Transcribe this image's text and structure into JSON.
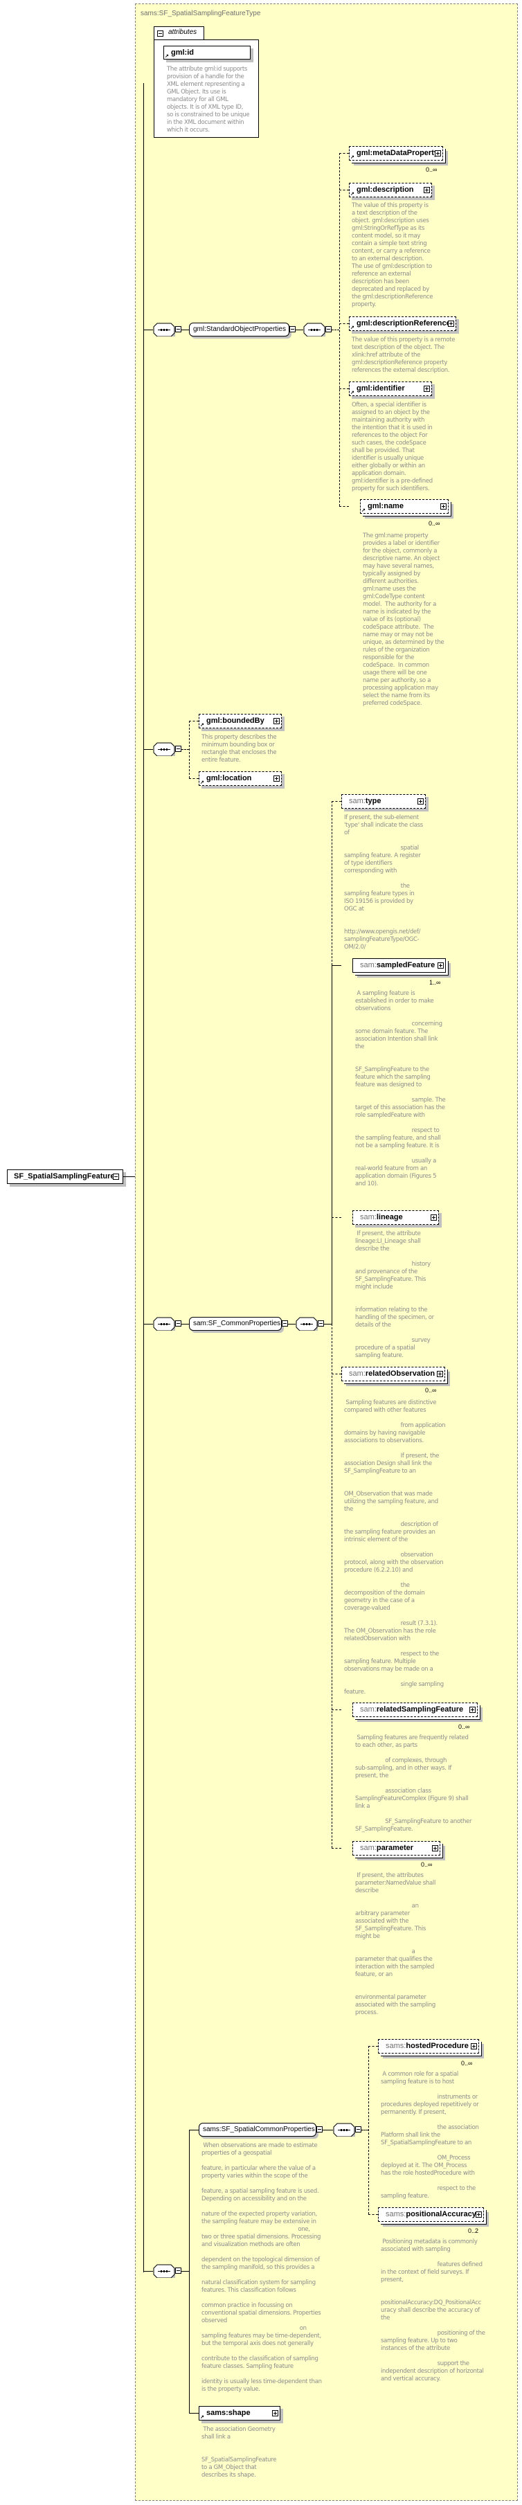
{
  "diagram": {
    "type_name": "sams:SF_SpatialSamplingFeatureType",
    "root_element": "SF_SpatialSamplingFeature",
    "attributes": {
      "tab_label": "attributes",
      "items": [
        {
          "name": "gml:id",
          "doc": "The attribute gml:id supports\nprovision of a handle for the\nXML element representing a\nGML Object. Its use is\nmandatory for all GML\nobjects. It is of XML type ID,\nso is constrained to be unique\nin the XML document within\nwhich it occurs."
        }
      ]
    },
    "groups": {
      "standard_object_properties": "gml:StandardObjectProperties",
      "sf_common_properties": "sam:SF_CommonProperties",
      "sf_spatial_common_properties": "sams:SF_SpatialCommonProperties",
      "sf_spatial_common_properties_doc": " When observations are made to estimate\nproperties of a geospatial\n\nfeature, in particular where the value of a\nproperty varies within the scope of the\n\nfeature, a spatial sampling feature is used.\nDepending on accessibility and on the\n\nnature of the expected property variation,\nthe sampling feature may be extensive in\n                                                          one,\ntwo or three spatial dimensions. Processing\nand visualization methods are often\n\ndependent on the topological dimension of\nthe sampling manifold, so this provides a\n\nnatural classification system for sampling\nfeatures. This classification follows\n\ncommon practice in focussing on\nconventional spatial dimensions. Properties\nobserved\n                                                           on\nsampling features may be time-dependent,\nbut the temporal axis does not generally\n\ncontribute to the classification of sampling\nfeature classes. Sampling feature\n\nidentity is usually less time-dependent than\nis the property value."
    },
    "elements": {
      "metaDataProperty": {
        "ns": "",
        "name": "gml:metaDataProperty",
        "cardinality": "0..∞",
        "doc": ""
      },
      "description": {
        "ns": "",
        "name": "gml:description",
        "cardinality": "",
        "doc": "The value of this property is\na text description of the\nobject. gml:description uses\ngml:StringOrRefType as its\ncontent model, so it may\ncontain a simple text string\ncontent, or carry a reference\nto an external description.\nThe use of gml:description to\nreference an external\ndescription has been\ndeprecated and replaced by\nthe gml:descriptionReference\nproperty."
      },
      "descriptionReference": {
        "ns": "",
        "name": "gml:descriptionReference",
        "cardinality": "",
        "doc": "The value of this property is a remote\ntext description of the object. The\nxlink:href attribute of the\ngml:descriptionReference property\nreferences the external description."
      },
      "identifier": {
        "ns": "",
        "name": "gml:identifier",
        "cardinality": "",
        "doc": "Often, a special identifier is\nassigned to an object by the\nmaintaining authority with\nthe intention that it is used in\nreferences to the object For\nsuch cases, the codeSpace\nshall be provided. That\nidentifier is usually unique\neither globally or within an\napplication domain.\ngml:identifier is a pre-defined\nproperty for such identifiers."
      },
      "name": {
        "ns": "",
        "name": "gml:name",
        "cardinality": "0..∞",
        "doc": "The gml:name property\nprovides a label or identifier\nfor the object, commonly a\ndescriptive name. An object\nmay have several names,\ntypically assigned by\ndifferent authorities.\ngml:name uses the\ngml:CodeType content\nmodel.  The authority for a\nname is indicated by the\nvalue of its (optional)\ncodeSpace attribute.  The\nname may or may not be\nunique, as determined by the\nrules of the organization\nresponsible for the\ncodeSpace.  In common\nusage there will be one\nname per authority, so a\nprocessing application may\nselect the name from its\npreferred codeSpace."
      },
      "boundedBy": {
        "ns": "",
        "name": "gml:boundedBy",
        "cardinality": "",
        "doc": "This property describes the\nminimum bounding box or\nrectangle that encloses the\nentire feature."
      },
      "location": {
        "ns": "",
        "name": "gml:location",
        "cardinality": "",
        "doc": ""
      },
      "type": {
        "ns": "sam:",
        "name": "type",
        "cardinality": "",
        "doc": "If present, the sub-element\n'type' shall indicate the class\nof\n\n                                  spatial\nsampling feature. A register\nof type identifiers\ncorresponding with\n\n                                  the\nsampling feature types in\nISO 19156 is provided by\nOGC at\n\n\nhttp://www.opengis.net/def/\nsamplingFeatureType/OGC-\nOM/2.0/"
      },
      "sampledFeature": {
        "ns": "sam:",
        "name": "sampledFeature",
        "cardinality": "1..∞",
        "doc": " A sampling feature is\nestablished in order to make\nobservations\n\n                                  concerning\nsome domain feature. The\nassociation Intention shall link\nthe\n\n\nSF_SamplingFeature to the\nfeature which the sampling\nfeature was designed to\n\n                                  sample. The\ntarget of this association has the\nrole sampledFeature with\n\n                                  respect to\nthe sampling feature, and shall\nnot be a sampling feature. It is\n\n                                  usually a\nreal-world feature from an\napplication domain (Figures 5\nand 10)."
      },
      "lineage": {
        "ns": "sam:",
        "name": "lineage",
        "cardinality": "",
        "doc": " If present, the attribute\nlineage:LI_Lineage shall\ndescribe the\n\n                                  history\nand provenance of the\nSF_SamplingFeature. This\nmight include\n\n\ninformation relating to the\nhandling of the specimen, or\ndetails of the\n\n                                  survey\nprocedure of a spatial\nsampling feature."
      },
      "relatedObservation": {
        "ns": "sam:",
        "name": "relatedObservation",
        "cardinality": "0..∞",
        "doc": " Sampling features are distinctive\ncompared with other features\n\n                                  from application\ndomains by having navigable\nassociations to observations.\n\n                                  If present, the\nassociation Design shall link the\nSF_SamplingFeature to an\n\n\nOM_Observation that was made\nutilizing the sampling feature, and\nthe\n\n                                  description of\nthe sampling feature provides an\nintrinsic element of the\n\n                                  observation\nprotocol, along with the observation\nprocedure (6.2.2.10) and\n\n                                  the\ndecomposition of the domain\ngeometry in the case of a\ncoverage-valued\n\n                                  result (7.3.1).\nThe OM_Observation has the role\nrelatedObservation with\n\n                                  respect to the\nsampling feature. Multiple\nobservations may be made on a\n\n                                  single sampling\nfeature."
      },
      "relatedSamplingFeature": {
        "ns": "sam:",
        "name": "relatedSamplingFeature",
        "cardinality": "0..∞",
        "doc": " Sampling features are frequently related\nto each other, as parts\n\n                  of complexes, through\nsub-sampling, and in other ways. If\npresent, the\n\n                  association class\nSamplingFeatureComplex (Figure 9) shall\nlink a\n\n                  SF_SamplingFeature to another\nSF_SamplingFeature."
      },
      "parameter": {
        "ns": "sam:",
        "name": "parameter",
        "cardinality": "0..∞",
        "doc": " If present, the attributes\nparameter:NamedValue shall\ndescribe\n\n                                  an\narbitrary parameter\nassociated with the\nSF_SamplingFeature. This\nmight be\n\n                                  a\nparameter that qualifies the\ninteraction with the sampled\nfeature, or an\n\n\nenvironmental parameter\nassociated with the sampling\nprocess."
      },
      "hostedProcedure": {
        "ns": "sams:",
        "name": "hostedProcedure",
        "cardinality": "0..∞",
        "doc": " A common role for a spatial\nsampling feature is to host\n\n                                  instruments or\nprocedures deployed repetitively or\npermanently. If present,\n\n                                  the association\nPlatform shall link the\nSF_SpatialSamplingFeature to an\n\n                                  OM_Process\ndeployed at it. The OM_Process\nhas the role hostedProcedure with\n\n                                  respect to the\nsampling feature."
      },
      "positionalAccuracy": {
        "ns": "sams:",
        "name": "positionalAccuracy",
        "cardinality": "0..2",
        "doc": " Positioning metadata is commonly\nassociated with sampling\n\n                                  features defined\nin the context of field surveys. If\npresent,\n\n\npositionalAccuracy:DQ_PositionalAcc\nuracy shall describe the accuracy of\nthe\n\n                                  positioning of the\nsampling feature. Up to two\ninstances of the attribute\n\n                                  support the\nindependent description of horizontal\nand vertical accuracy."
      },
      "shape": {
        "ns": "",
        "name": "sams:shape",
        "cardinality": "",
        "doc": " The association Geometry\nshall link a\n\n\nSF_SpatialSamplingFeature\nto a GM_Object that\ndescribes its shape."
      }
    },
    "colors": {
      "type_background": "#ffffc8",
      "doc_text": "#8c8c8c",
      "namespace_text": "#707070",
      "shadow": "#c0c0c0"
    }
  }
}
